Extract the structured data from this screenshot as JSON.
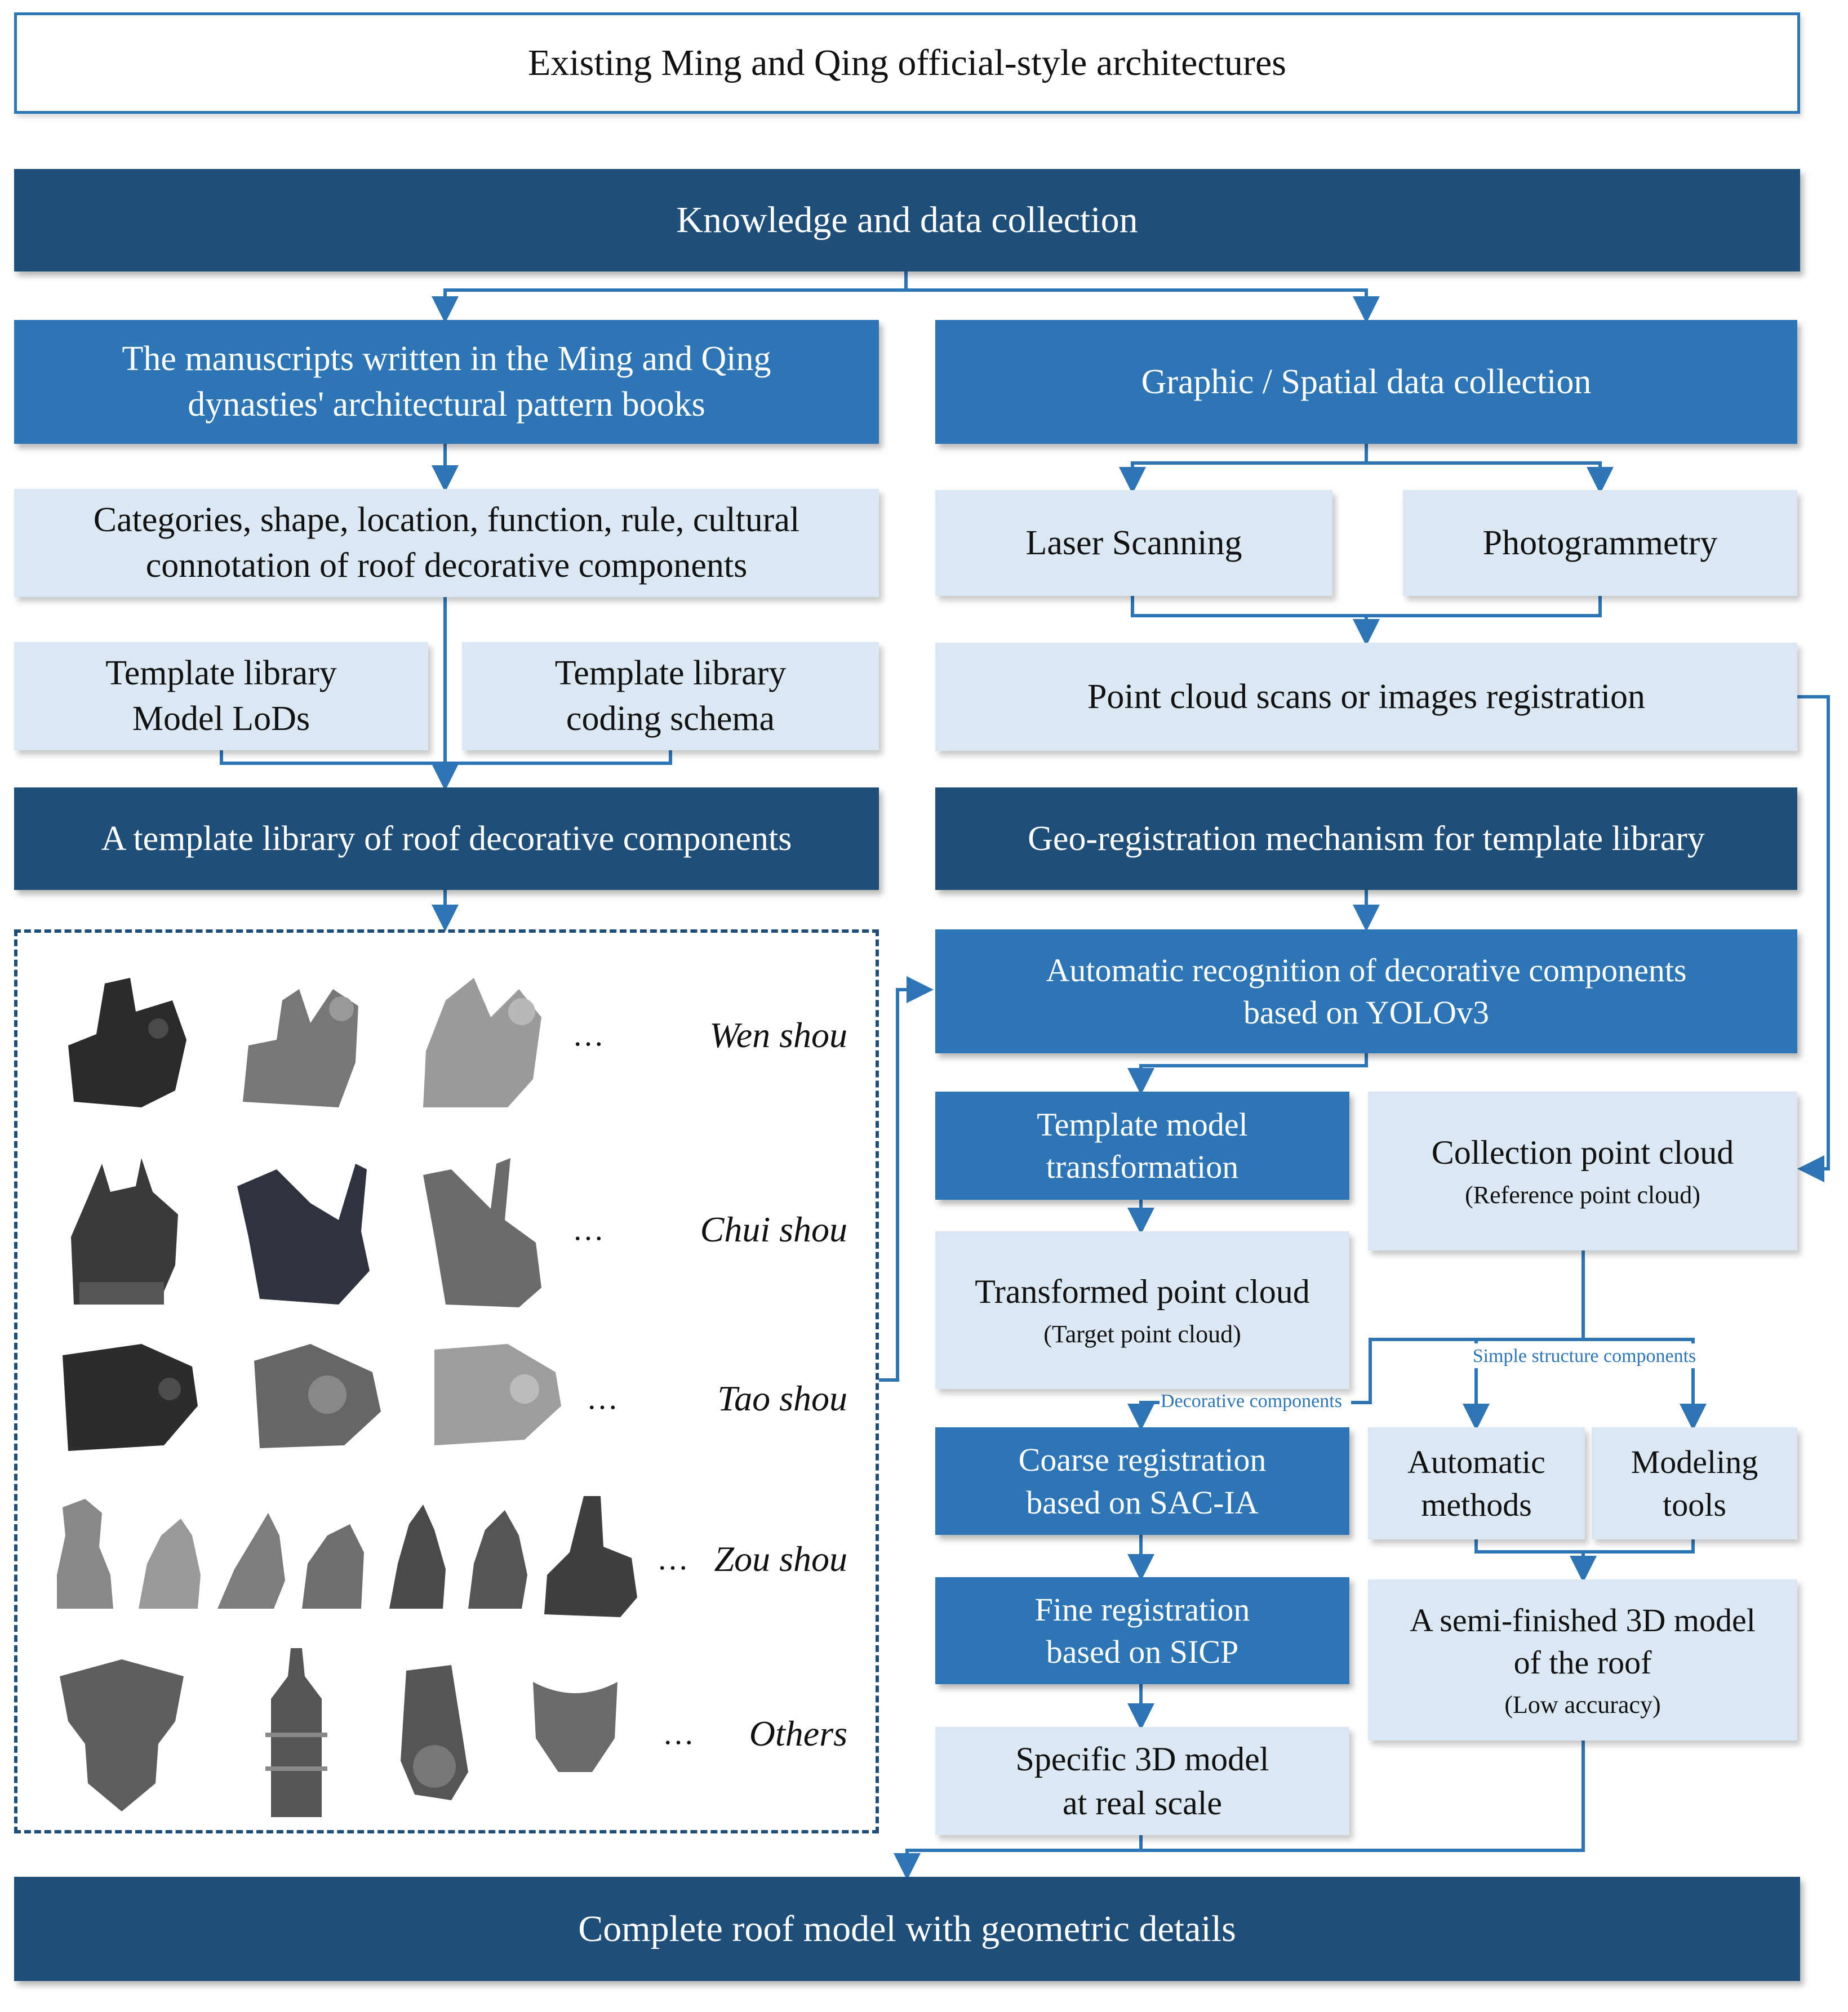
{
  "top": {
    "existing": "Existing Ming and Qing official-style architectures",
    "knowledge": "Knowledge and data collection"
  },
  "left": {
    "manuscripts_line1": "The manuscripts written in the Ming and Qing",
    "manuscripts_line2": "dynasties' architectural pattern books",
    "categories_line1": "Categories, shape, location, function, rule, cultural",
    "categories_line2": "connotation of roof decorative components",
    "lods_line1": "Template library",
    "lods_line2": "Model LoDs",
    "coding_line1": "Template library",
    "coding_line2": "coding schema",
    "template_library": "A template library of roof decorative components"
  },
  "gallery": {
    "ellipsis": "…",
    "rows": [
      {
        "label": "Wen shou"
      },
      {
        "label": "Chui shou"
      },
      {
        "label": "Tao shou"
      },
      {
        "label": "Zou shou"
      },
      {
        "label": "Others"
      }
    ]
  },
  "right": {
    "graphic": "Graphic / Spatial data collection",
    "laser": "Laser Scanning",
    "photo": "Photogrammetry",
    "pointcloud": "Point cloud scans or images registration",
    "georeg": "Geo-registration mechanism for template library",
    "autorec_line1": "Automatic recognition of decorative components",
    "autorec_line2": "based on YOLOv3",
    "tmt_line1": "Template model",
    "tmt_line2": "transformation",
    "collection_title": "Collection point cloud",
    "collection_sub": "(Reference point cloud)",
    "transformed_title": "Transformed point cloud",
    "transformed_sub": "(Target point cloud)",
    "coarse_line1": "Coarse registration",
    "coarse_line2": "based on SAC-IA",
    "fine_line1": "Fine registration",
    "fine_line2": "based on SICP",
    "specific_line1": "Specific 3D model",
    "specific_line2": "at real scale",
    "auto_line1": "Automatic",
    "auto_line2": "methods",
    "modeling_line1": "Modeling",
    "modeling_line2": "tools",
    "semi_line1": "A semi-finished 3D model",
    "semi_line2": "of the roof",
    "semi_sub": "(Low accuracy)",
    "label_simple": "Simple structure components",
    "label_decorative": "Decorative components"
  },
  "bottom": {
    "complete": "Complete roof model with geometric details"
  },
  "colors": {
    "dark": "#1f4e79",
    "mid": "#2e75b6",
    "light": "#dbe7f3"
  }
}
